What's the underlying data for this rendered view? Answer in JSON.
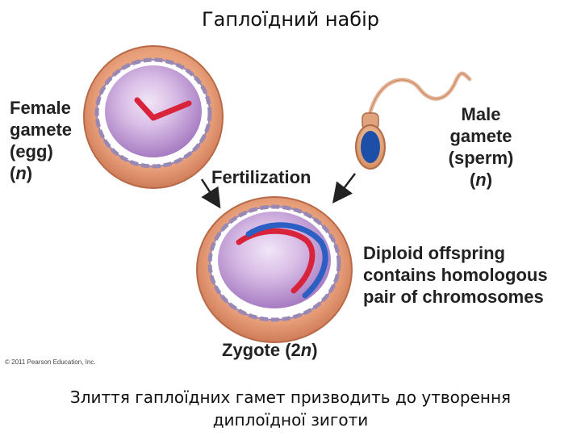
{
  "title": "Гаплоїдний набір",
  "labels": {
    "female_line1": "Female",
    "female_line2": "gamete",
    "female_line3": "(egg)",
    "female_n": "n",
    "male_line1": "Male",
    "male_line2": "gamete",
    "male_line3": "(sperm)",
    "male_n": "n",
    "fertilization": "Fertilization",
    "diploid_line1": "Diploid offspring",
    "diploid_line2": "contains homologous",
    "diploid_line3": "pair of chromosomes",
    "zygote_prefix": "Zygote (2",
    "zygote_n": "n",
    "zygote_suffix": ")"
  },
  "copyright": "© 2011 Pearson Education, Inc.",
  "caption_line1": "Злиття гаплоїдних гамет призводить до утворення",
  "caption_line2": "диплоїдної зиготи",
  "colors": {
    "cell_outer": "#e9a57f",
    "cell_inner": "#c69ad6",
    "maternal_chromosome": "#d8233a",
    "paternal_chromosome": "#2b5fc4",
    "sperm_head": "#1e4fa8"
  }
}
